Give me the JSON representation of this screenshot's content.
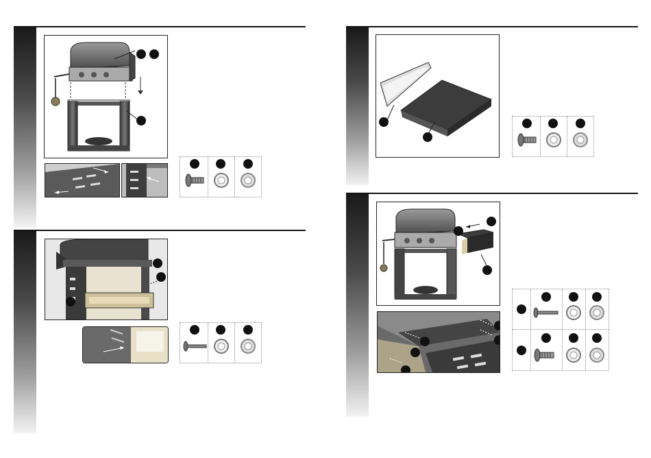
{
  "page": {
    "background": "#ffffff",
    "sidebar_color": "#111111",
    "rule_color": "#111111"
  },
  "steps": [
    {
      "panel": "top-left",
      "hardware": [
        "short-screw",
        "flat-washer",
        "lock-washer"
      ]
    },
    {
      "panel": "bottom-left",
      "hardware": [
        "long-bolt",
        "flat-washer",
        "lock-washer"
      ]
    },
    {
      "panel": "top-right",
      "hardware": [
        "short-screw",
        "flat-washer",
        "lock-washer"
      ]
    },
    {
      "panel": "bottom-right",
      "hardware_rows": [
        [
          "long-bolt",
          "flat-washer",
          "lock-washer"
        ],
        [
          "short-screw",
          "flat-washer",
          "lock-washer"
        ]
      ]
    }
  ]
}
